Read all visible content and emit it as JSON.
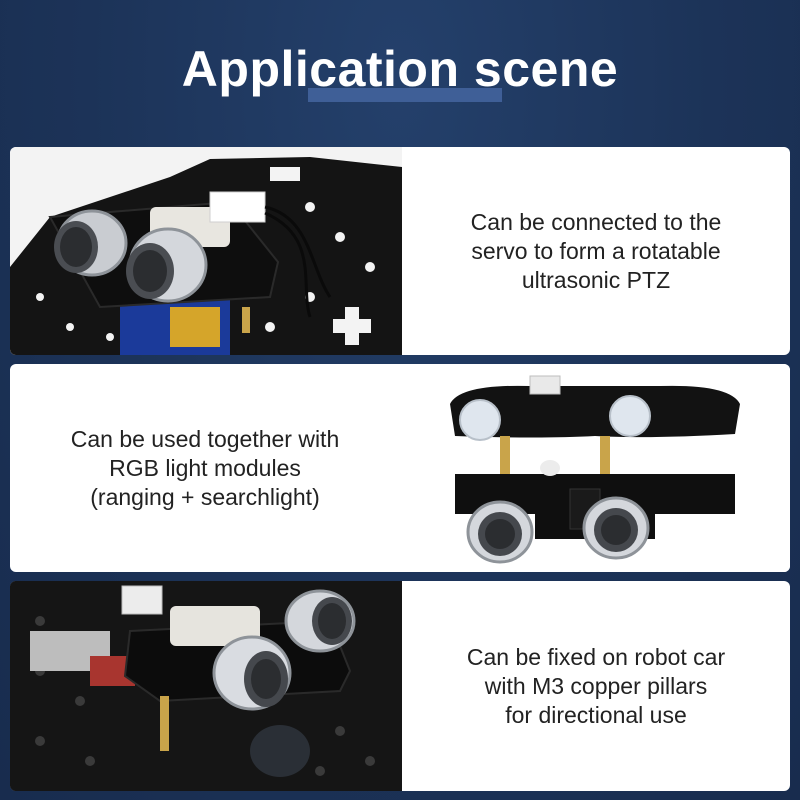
{
  "header": {
    "title": "Application scene"
  },
  "scenes": [
    {
      "lines": [
        "Can be connected to the",
        "servo to form a rotatable",
        "ultrasonic PTZ"
      ],
      "photo": "ultrasonic-module-on-servo-photo"
    },
    {
      "lines": [
        "Can be used together with",
        "RGB light modules",
        "(ranging + searchlight)"
      ],
      "photo": "ultrasonic-with-rgb-light-module-photo"
    },
    {
      "lines": [
        "Can be fixed on robot car",
        "with M3 copper pillars",
        "for directional use"
      ],
      "photo": "ultrasonic-on-robot-car-photo"
    }
  ],
  "colors": {
    "background": "#1c3358",
    "title_accent": "#3f5f97",
    "card": "#ffffff",
    "caption_text": "#222222",
    "pcb_black": "#111111",
    "sensor_silver": "#c9ccd1",
    "brass": "#c9a44a"
  }
}
